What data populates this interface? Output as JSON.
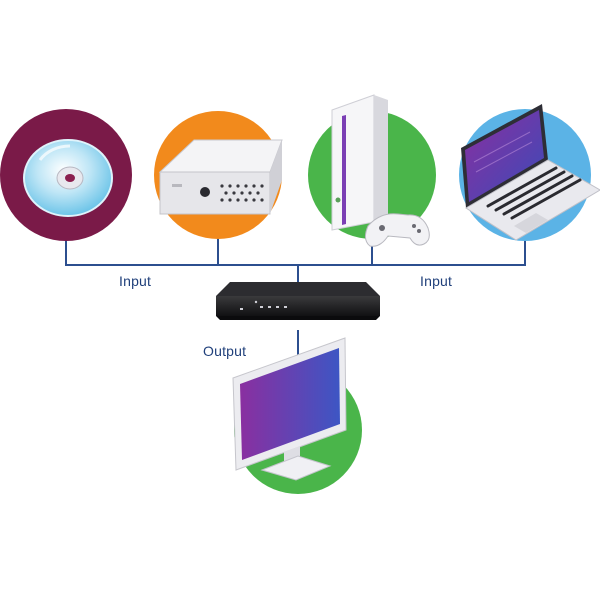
{
  "labels": {
    "input_left": "Input",
    "input_right": "Input",
    "output": "Output"
  },
  "devices": [
    {
      "name": "optical disc",
      "role": "input",
      "circle_color": "#7a1a48",
      "icon": "disc-icon"
    },
    {
      "name": "media box",
      "role": "input",
      "circle_color": "#f28a1c",
      "icon": "media-box-icon"
    },
    {
      "name": "game console",
      "role": "input",
      "circle_color": "#4ab54a",
      "icon": "game-console-icon"
    },
    {
      "name": "laptop",
      "role": "input",
      "circle_color": "#5bb3e6",
      "icon": "laptop-icon"
    },
    {
      "name": "monitor",
      "role": "output",
      "circle_color": "#4ab54a",
      "icon": "monitor-icon"
    }
  ],
  "hub": {
    "name": "switch box",
    "color": "#1d1d1f",
    "icon": "switch-box-icon"
  },
  "colors": {
    "connector_line": "#2c4f8f",
    "label_text": "#1f3f7a",
    "screen_gradient_start": "#8a2fa0",
    "screen_gradient_end": "#3b4bb8"
  }
}
